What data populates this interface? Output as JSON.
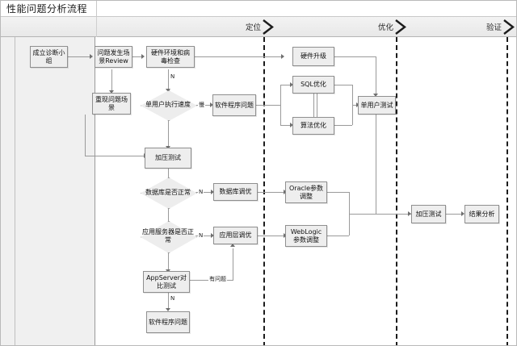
{
  "window": {
    "title": "性能问题分析流程"
  },
  "phases": [
    {
      "label": "定位",
      "icon": "chevron-right-icon"
    },
    {
      "label": "优化",
      "icon": "chevron-right-icon"
    },
    {
      "label": "验证",
      "icon": "chevron-right-icon"
    }
  ],
  "nodes": {
    "form_team": "成立诊断小组",
    "scenario_review": "问题发生场景Review",
    "hw_virus_check": "硬件环境和病毒检查",
    "reproduce": "重现问题场景",
    "single_user_speed": "单用户执行速度",
    "software_issue_top": "软件程序问题",
    "load_test": "加压测试",
    "db_normal": "数据库是否正常",
    "db_tuning": "数据库调优",
    "appserver_normal": "应用服务器是否正常",
    "app_tuning": "应用层调优",
    "appserver_compare": "AppServer对比测试",
    "software_issue_bottom": "软件程序问题",
    "hw_upgrade": "硬件升级",
    "sql_tuning": "SQL优化",
    "algo_tuning": "算法优化",
    "single_user_test": "单用户测试",
    "oracle_params": "Oracle参数调整",
    "weblogic_params": "WebLogic参数调整",
    "verify_load_test": "加压测试",
    "result_analysis": "结果分析"
  },
  "edge_labels": {
    "slow": "慢",
    "n_hw": "N",
    "n_db": "N",
    "n_app": "N",
    "n_appserver": "N",
    "has_problem": "有问题"
  },
  "colors": {
    "node_fill": "#eeeeee",
    "node_border": "#8f8f8f",
    "edge": "#9a9a9a",
    "divider": "#1c1c1c",
    "band_bg": "#eeeeee"
  }
}
